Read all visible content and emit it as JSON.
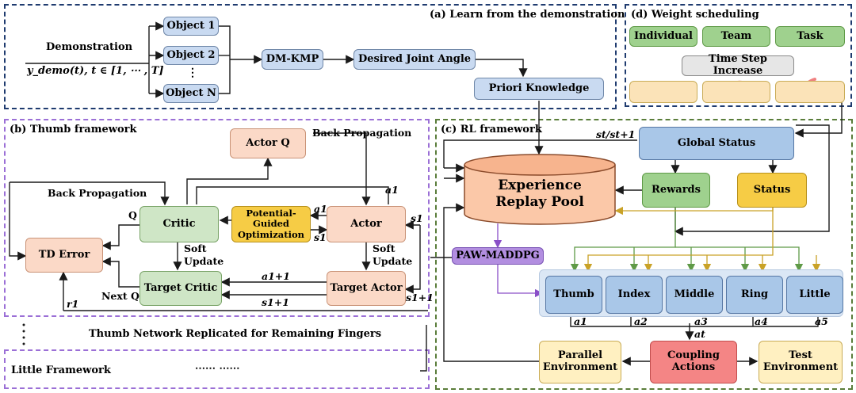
{
  "panels": {
    "a": "(a) Learn from the demonstration",
    "b": "(b) Thumb framework",
    "c": "(c) RL framework",
    "d": "(d) Weight scheduling"
  },
  "demo": {
    "label": "Demonstration",
    "formula": "y_demo(t), t ∈ [1, ⋯ , T]",
    "objects": [
      "Object 1",
      "Object 2",
      "⋮",
      "Object N"
    ],
    "dmkmp": "DM-KMP",
    "joint": "Desired Joint Angle",
    "priori": "Priori Knowledge"
  },
  "weights": {
    "items": [
      "Individual",
      "Team",
      "Task"
    ],
    "timestep": "Time Step Increase"
  },
  "thumb": {
    "actor_q": "Actor Q",
    "critic": "Critic",
    "actor": "Actor",
    "pgo_line1": "Potential-Guided",
    "pgo_line2": "Optimization",
    "td": "TD Error",
    "target_critic": "Target Critic",
    "target_actor": "Target Actor",
    "bp1": "Back Propagation",
    "bp2": "Back Propagation",
    "soft1a": "Soft",
    "soft1b": "Update",
    "soft2a": "Soft",
    "soft2b": "Update",
    "q": "Q",
    "nextq": "Next Q",
    "a1": "a1",
    "a1b": "a1",
    "s1": "s1",
    "s1b": "s1",
    "a11": "a1+1",
    "s11": "s1+1",
    "s11b": "s1+1",
    "r1": "r1"
  },
  "replicated": "Thumb Network Replicated for Remaining Fingers",
  "little_fw": "Little Framework",
  "dots": "⋯⋯  ⋯⋯",
  "rl": {
    "global": "Global Status",
    "exp_line1": "Experience",
    "exp_line2": "Replay Pool",
    "rewards": "Rewards",
    "status": "Status",
    "pawmaddpg": "PAW-MADDPG",
    "fingers": [
      "Thumb",
      "Index",
      "Middle",
      "Ring",
      "Little"
    ],
    "parallel": [
      "Parallel",
      "Environment"
    ],
    "coupling": [
      "Coupling",
      "Actions"
    ],
    "test": [
      "Test",
      "Environment"
    ],
    "st_st1": "st/st+1",
    "actions": [
      "a1",
      "a2",
      "a3",
      "a4",
      "a5"
    ],
    "at": "at"
  },
  "colors": {
    "navy_dash": "#1f3b6f",
    "purple_dash": "#9b6fd6",
    "green_dash": "#5a7d3a",
    "green_arrow": "#5f9a47",
    "gold_arrow": "#c9a227",
    "purple_arrow": "#8a4fc8"
  }
}
